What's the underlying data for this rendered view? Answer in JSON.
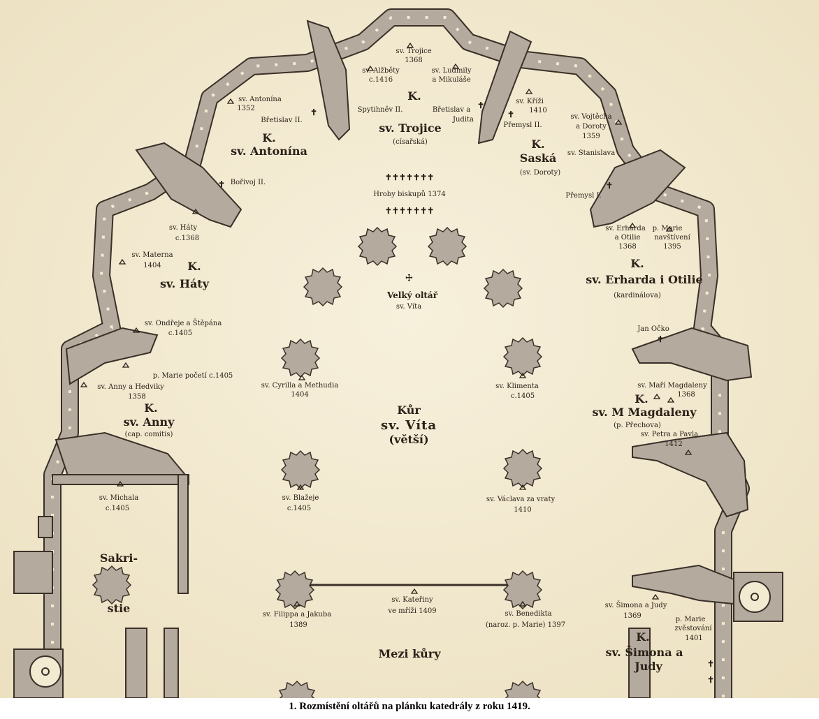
{
  "caption": "1. Rozmístění oltářů na plánku katedrály z roku 1419.",
  "colors": {
    "paper": "#f3ead2",
    "wall": "#b4ab9e",
    "ink": "#2b2017"
  },
  "chapels": {
    "trojice": {
      "k": "K.",
      "name": "sv. Trojice",
      "sub": "(císařská)"
    },
    "antonina": {
      "k": "K.",
      "name": "sv. Antonína"
    },
    "saska": {
      "k": "K.",
      "name": "Saská",
      "sub": "(sv. Doroty)"
    },
    "haty": {
      "k": "K.",
      "name": "sv. Háty"
    },
    "erharda": {
      "k": "K.",
      "name": "sv. Erharda i Otilie",
      "sub": "(kardinálova)"
    },
    "anny": {
      "k": "K.",
      "name": "sv. Anny",
      "sub": "(cap. comitis)"
    },
    "magdaleny": {
      "k": "K.",
      "name": "sv. M Magdaleny",
      "sub": "(p. Přechova)"
    },
    "simona": {
      "k": "K.",
      "name1": "sv. Šimona a",
      "name2": "Judy"
    }
  },
  "areas": {
    "kur": {
      "l1": "Kůr",
      "l2": "sv. Víta",
      "l3": "(větší)"
    },
    "sakristie": {
      "l1": "Sakri-",
      "l2": "stie"
    },
    "mezi": "Mezi kůry"
  },
  "altars": {
    "trojice": {
      "l1": "sv. Trojice",
      "l2": "1368"
    },
    "alzbety": {
      "l1": "sv. Alžběty",
      "l2": "c.1416"
    },
    "ludmily": {
      "l1": "sv. Ludmily",
      "l2": "a Mikuláše"
    },
    "antonina": {
      "l1": "sv. Antonína",
      "l2": "1352"
    },
    "krizi": {
      "l1": "sv. Kříži",
      "l2": "1410"
    },
    "vojtecha": {
      "l1": "sv. Vojtěcha",
      "l2": "a Doroty",
      "l3": "1359"
    },
    "stanislava": "sv. Stanislava",
    "haty": {
      "l1": "sv. Háty",
      "l2": "c.1368"
    },
    "materna": {
      "l1": "sv. Materna",
      "l2": "1404"
    },
    "erharda": {
      "l1": "sv. Erharda",
      "l2": "a Otilie",
      "l3": "1368"
    },
    "navstiveni": {
      "l1": "p. Marie",
      "l2": "navštívení",
      "l3": "1395"
    },
    "velky": {
      "l1": "Velký oltář",
      "l2": "sv. Víta"
    },
    "ondreje": {
      "l1": "sv. Ondřeje a Štěpána",
      "l2": "c.1405"
    },
    "poceti": "p. Marie početí c.1405",
    "anny": {
      "l1": "sv. Anny a Hedviky",
      "l2": "1358"
    },
    "cyrilla": {
      "l1": "sv. Cyrilla a Methudia",
      "l2": "1404"
    },
    "klimenta": {
      "l1": "sv. Klimenta",
      "l2": "c.1405"
    },
    "mari": {
      "l1": "sv. Maří Magdaleny",
      "l2": "1368"
    },
    "petra": {
      "l1": "sv. Petra a Pavla",
      "l2": "1412"
    },
    "michala": {
      "l1": "sv. Michala",
      "l2": "c.1405"
    },
    "blazeje": {
      "l1": "sv. Blažeje",
      "l2": "c.1405"
    },
    "vaclava": {
      "l1": "sv. Václava za vraty",
      "l2": "1410"
    },
    "kateriny": {
      "l1": "sv. Kateřiny",
      "l2": "ve mříži 1409"
    },
    "filippa": {
      "l1": "sv. Filippa a Jakuba",
      "l2": "1389"
    },
    "benedikta": {
      "l1": "sv. Benedikta",
      "l2": "(naroz. p. Marie) 1397"
    },
    "simona": {
      "l1": "sv. Šimona a Judy",
      "l2": "1369"
    },
    "zvestovani": {
      "l1": "p. Marie",
      "l2": "zvěstování",
      "l3": "1401"
    }
  },
  "tombs": {
    "biskupu": "Hroby biskupů 1374",
    "crosses": "✝✝✝✝✝✝✝",
    "spytihnev": "Spytihněv II.",
    "bretislav_judita1": "Břetislav a",
    "bretislav_judita2": "Judita",
    "bretislav2": "Břetislav II.",
    "borivoj": "Bořivoj II.",
    "premysl2": "Přemysl II.",
    "premysl1": "Přemysl I.",
    "ocko": "Jan Očko"
  }
}
